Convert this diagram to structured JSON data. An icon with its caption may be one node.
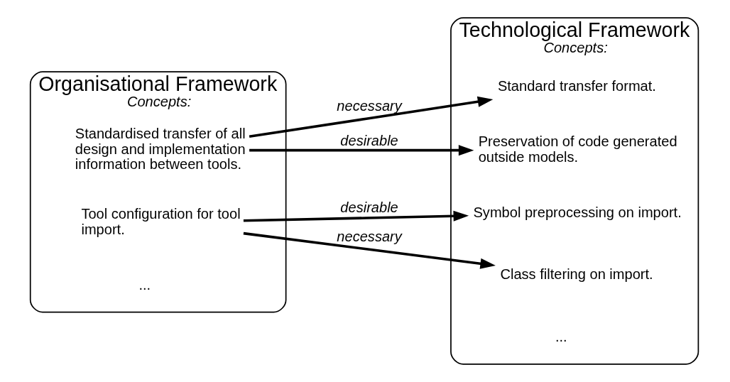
{
  "diagram": {
    "nodes": [
      {
        "text": [
          "Organisational Framework",
          "Concepts:"
        ]
      },
      {
        "text": [
          "Standardised transfer of all design and implementation information between tools."
        ],
        "in": 0
      },
      {
        "text": [
          "Tool configuration for tool import."
        ],
        "in": 0
      },
      {
        "text": [
          "..."
        ],
        "in": 0
      },
      {
        "text": [
          "Technological Framework",
          "Concepts:"
        ]
      },
      {
        "text": [
          "Standard transfer format."
        ],
        "in": 4
      },
      {
        "text": [
          "Preservation of code generated outside models."
        ],
        "in": 4
      },
      {
        "text": [
          "Symbol preprocessing on import."
        ],
        "in": 4
      },
      {
        "text": [
          "Class filtering on import."
        ],
        "in": 4
      },
      {
        "text": [
          "..."
        ],
        "in": 4
      }
    ],
    "edges": [
      {
        "from": 1,
        "to": 5,
        "arrow": "to",
        "label": "necessary"
      },
      {
        "from": 1,
        "to": 6,
        "arrow": "to",
        "label": "desirable"
      },
      {
        "from": 2,
        "to": 7,
        "arrow": "to",
        "label": "desirable"
      },
      {
        "from": 2,
        "to": 8,
        "arrow": "to",
        "label": "necessary"
      }
    ]
  }
}
